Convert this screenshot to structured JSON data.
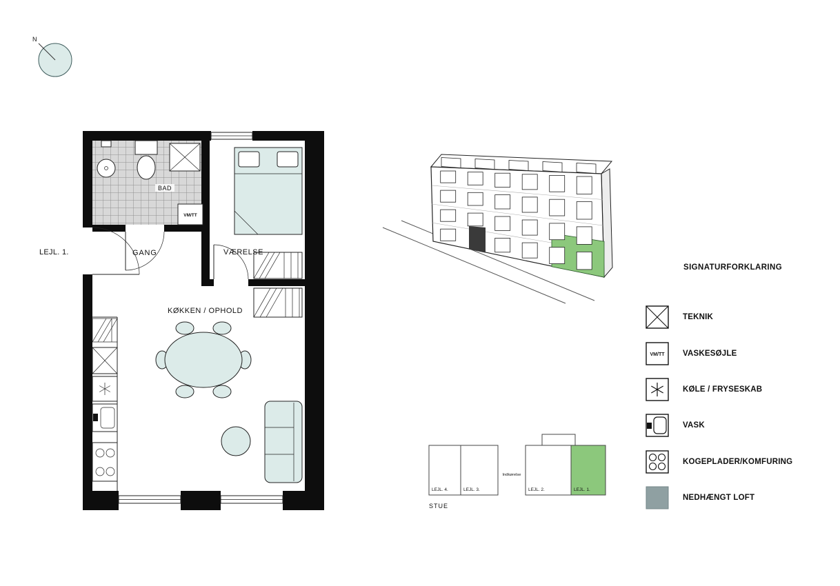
{
  "north": {
    "label": "N"
  },
  "floor_plan": {
    "apartment_label": "LEJL. 1.",
    "room_bad": "BAD",
    "room_gang": "GANG",
    "room_vaerelse": "VÆRELSE",
    "room_koekken": "KØKKEN / OPHOLD",
    "vmtt": "VM/TT"
  },
  "key_plan": {
    "floor_label": "STUE",
    "driveway_label": "Indkørelse",
    "units": [
      {
        "label": "LEJL. 4."
      },
      {
        "label": "LEJL. 3."
      },
      {
        "label": "LEJL. 2."
      },
      {
        "label": "LEJL. 1."
      }
    ]
  },
  "legend": {
    "title": "SIGNATURFORKLARING",
    "items": [
      {
        "label": "TEKNIK"
      },
      {
        "label": "VASKESØJLE",
        "icon_text": "VM/TT"
      },
      {
        "label": "KØLE / FRYSESKAB"
      },
      {
        "label": "VASK"
      },
      {
        "label": "KOGEPLADER/KOMFURING"
      },
      {
        "label": "NEDHÆNGT LOFT"
      }
    ]
  },
  "colors": {
    "accent_green": "#8cc87c",
    "furniture_fill": "#dcebe9",
    "loft_gray": "#8fa0a2",
    "wall_black": "#0d0d0d"
  }
}
